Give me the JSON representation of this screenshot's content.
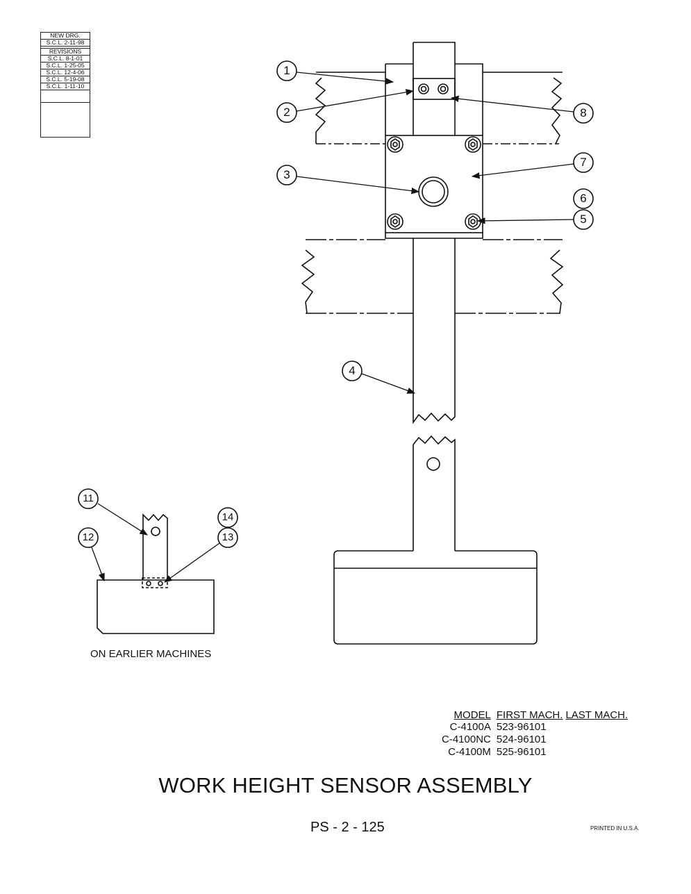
{
  "revision_block": {
    "new_drawing_label": "NEW DRG.",
    "new_drawing_entry": "S.C.L. 2-11-98",
    "revisions_label": "REVISIONS",
    "revisions": [
      "S.C.L. 8-1-01",
      "S.C.L. 1-25-05",
      "S.C.L. 12-4-06",
      "S.C.L. 5-19-08",
      "S.C.L. 1-11-10"
    ]
  },
  "callouts": [
    "1",
    "2",
    "3",
    "4",
    "5",
    "6",
    "7",
    "8",
    "11",
    "12",
    "13",
    "14"
  ],
  "inset_caption": "ON EARLIER MACHINES",
  "model_table": {
    "headers": [
      "MODEL",
      "FIRST MACH.",
      "LAST MACH."
    ],
    "rows": [
      {
        "model": "C-4100A",
        "first": "523-96101",
        "last": ""
      },
      {
        "model": "C-4100NC",
        "first": "524-96101",
        "last": ""
      },
      {
        "model": "C-4100M",
        "first": "525-96101",
        "last": ""
      }
    ]
  },
  "title": "WORK HEIGHT SENSOR ASSEMBLY",
  "page_number": "PS - 2 - 125",
  "printed_note": "PRINTED IN U.S.A."
}
